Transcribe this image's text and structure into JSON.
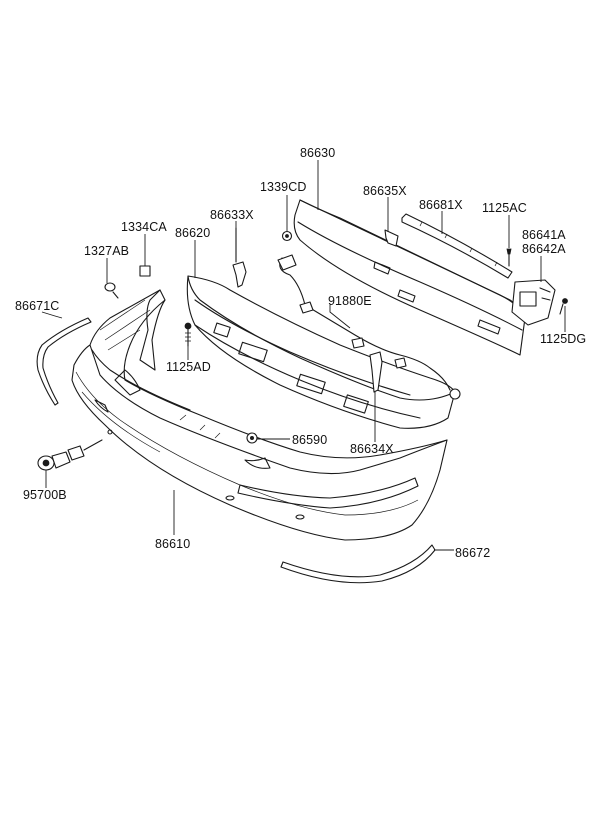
{
  "labels": {
    "p86630": "86630",
    "p1339CD": "1339CD",
    "p86635X": "86635X",
    "p86681X": "86681X",
    "p1125AC": "1125AC",
    "p86641A": "86641A",
    "p86642A": "86642A",
    "p1125DG": "1125DG",
    "p86633X": "86633X",
    "p1334CA": "1334CA",
    "p86620": "86620",
    "p1327AB": "1327AB",
    "p86671C": "86671C",
    "p91880E": "91880E",
    "p1125AD": "1125AD",
    "p86590": "86590",
    "p86634X": "86634X",
    "p95700B": "95700B",
    "p86610": "86610",
    "p86672": "86672"
  }
}
